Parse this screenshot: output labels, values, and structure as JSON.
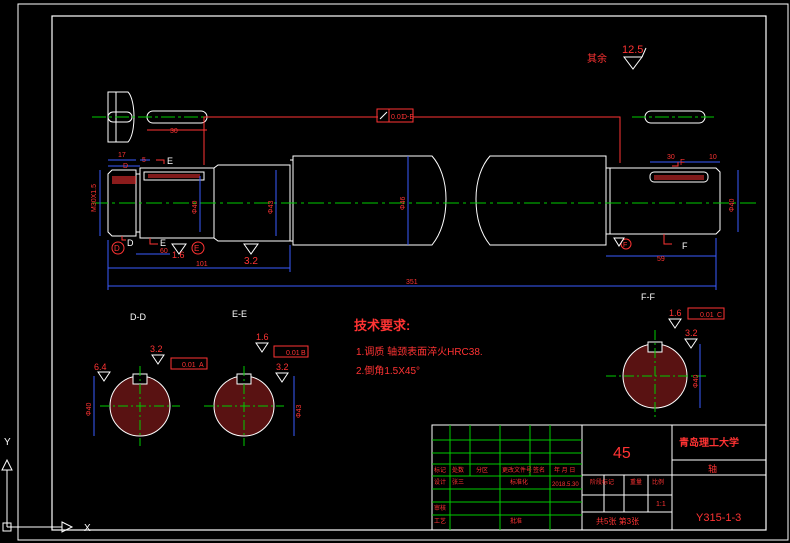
{
  "drawing": {
    "roughness_note": "其余",
    "roughness_main": "12.5",
    "runout_tol": "0.01",
    "runout_datum": "D-E",
    "key_left_length": "30",
    "dim_17": "17",
    "dim_5": "5",
    "label_D_left": "D",
    "label_E_left": "E",
    "thread_left": "M30X1.5",
    "dia_40": "Φ40",
    "dia_43": "Φ43",
    "dia_46": "Φ46",
    "dim_1_6": "1.6",
    "dim_3_2": "3.2",
    "dim_60": "60",
    "dim_101": "101",
    "total_length": "351",
    "dim_30_right": "30",
    "dim_10": "10",
    "label_F": "F",
    "dim_59": "59",
    "dia_right": "Φ40",
    "label_F_circle": "F",
    "label_D_circle": "D",
    "label_E_circle": "E"
  },
  "notes": {
    "title": "技术要求:",
    "line1": "1.调质 轴颈表面淬火HRC38.",
    "line2": "2.倒角1.5X45°"
  },
  "sections": {
    "dd_label": "D-D",
    "ee_label": "E-E",
    "ff_label": "F-F",
    "dd_rough1": "6.4",
    "dd_rough2": "3.2",
    "dd_tol": "0.01",
    "dd_datum": "A",
    "dd_dia": "Φ40",
    "ee_rough1": "1.6",
    "ee_rough2": "3.2",
    "ee_tol": "0.01",
    "ee_datum": "B",
    "ee_dia": "Φ43",
    "ff_rough1": "1.6",
    "ff_rough2": "3.2",
    "ff_tol": "0.01",
    "ff_datum": "C",
    "ff_dia": "Φ40"
  },
  "title_block": {
    "material": "45",
    "school": "青岛理工大学",
    "part_name": "轴",
    "drawing_no": "Y315-1-3",
    "sheet": "共5张 第3张",
    "date": "2018.5.30",
    "scale": "1:1",
    "r1": [
      "标记",
      "处数",
      "分区",
      "更改文件号",
      "签名",
      "年 月 日"
    ],
    "r2": [
      "设计",
      "张三",
      "",
      "标准化",
      "",
      "阶段标记",
      "重量",
      "比例"
    ],
    "r3": [
      "审核",
      "",
      "",
      "",
      "",
      "",
      "",
      ""
    ],
    "r4": [
      "工艺",
      "",
      "",
      "批准",
      "",
      "",
      "",
      ""
    ]
  },
  "ucs": {
    "x_label": "X",
    "y_label": "Y"
  }
}
